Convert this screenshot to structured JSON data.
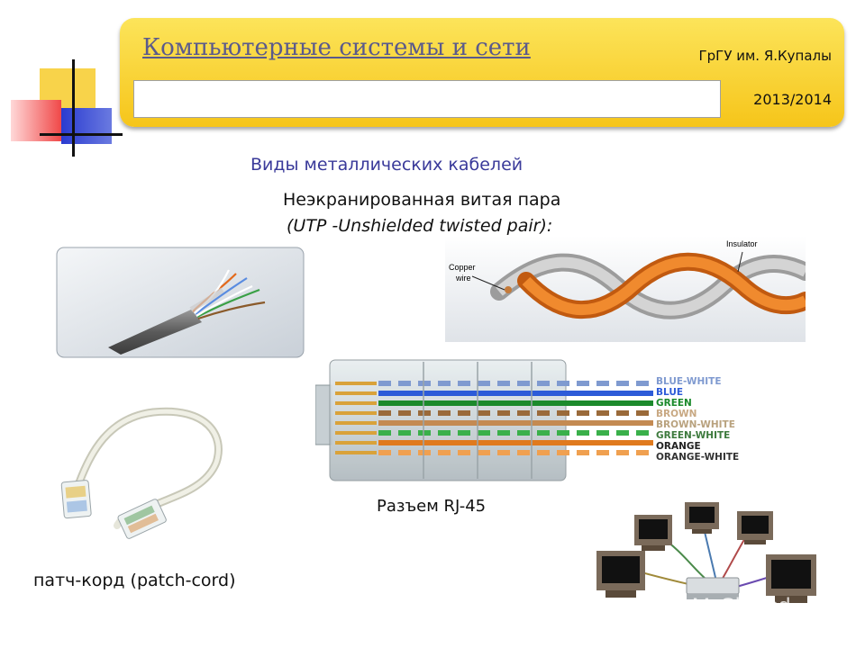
{
  "header": {
    "course_title": "Компьютерные системы и сети",
    "university": "ГрГУ им. Я.Купалы",
    "year": "2013/2014"
  },
  "slide": {
    "section_title": "Виды металлических кабелей",
    "utp_title": "Неэкранированная витая пара",
    "utp_subtitle": "(UTP -Unshielded twisted pair):",
    "rj45_caption": "Разъем RJ-45",
    "patch_caption": "патч-корд (patch-cord)"
  },
  "twisted_pair_diagram": {
    "copper_label_line1": "Copper",
    "copper_label_line2": "wire",
    "insulator_label": "Insulator"
  },
  "rj45_wires": [
    {
      "label": "BLUE-WHITE",
      "color": "#7f9ad0"
    },
    {
      "label": "BLUE",
      "color": "#2d5bd8"
    },
    {
      "label": "GREEN",
      "color": "#1c8a2c"
    },
    {
      "label": "BROWN",
      "color": "#c8a882"
    },
    {
      "label": "BROWN-WHITE",
      "color": "#b9a27e"
    },
    {
      "label": "GREEN-WHITE",
      "color": "#3d7a3d"
    },
    {
      "label": "ORANGE",
      "color": "#222222"
    },
    {
      "label": "ORANGE-WHITE",
      "color": "#333333"
    }
  ],
  "watermark": "MyShared",
  "colors": {
    "banner": "#f8d030",
    "section_title": "#3a3a9a",
    "orange_wire": "#e07a1e",
    "gray_wire": "#b8b8b8"
  }
}
